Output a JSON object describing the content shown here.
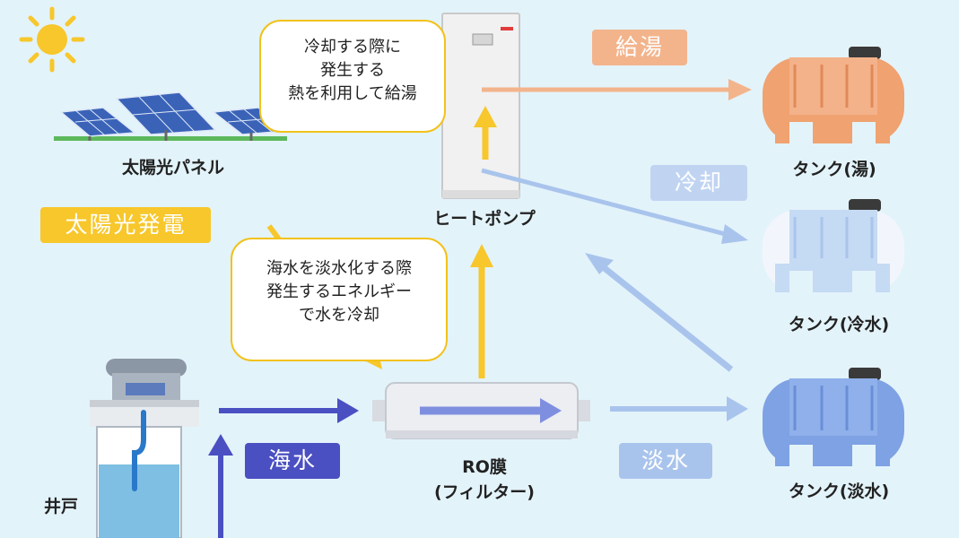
{
  "labels": {
    "solar_panel": "太陽光パネル",
    "heat_pump": "ヒートポンプ",
    "tank_hot": "タンク(湯)",
    "tank_cold": "タンク(冷水)",
    "tank_fresh": "タンク(淡水)",
    "ro_line1": "RO膜",
    "ro_line2": "(フィルター)",
    "well": "井戸"
  },
  "tags": {
    "solar_power": "太陽光発電",
    "hot_water_supply": "給湯",
    "cooling": "冷却",
    "seawater": "海水",
    "freshwater": "淡水"
  },
  "bubbles": {
    "top": [
      "冷却する際に",
      "発生する",
      "熱を利用して給湯"
    ],
    "middle": [
      "海水を淡水化する際",
      "発生するエネルギー",
      "で水を冷却"
    ]
  },
  "colors": {
    "background": "#e3f3fa",
    "yellow": "#f7c72b",
    "hot_arrow": "#f3b48c",
    "cool_arrow": "#a9c4ec",
    "sea_arrow": "#4a4fc1",
    "hot_tank": "#f0a270",
    "cold_tank": "#c5daf3",
    "fresh_tank": "#7ea2e3"
  }
}
